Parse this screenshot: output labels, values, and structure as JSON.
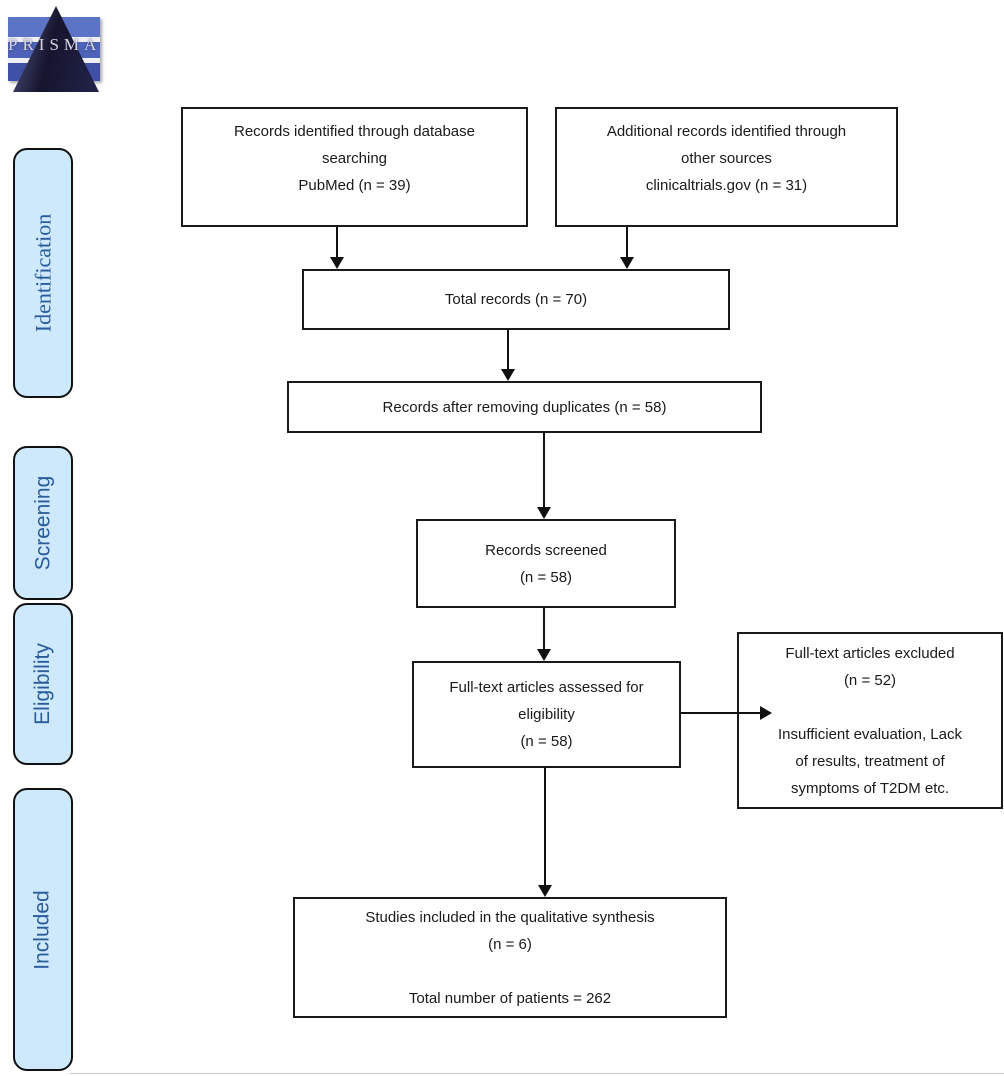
{
  "logo": {
    "text": "PRISMA"
  },
  "sidebar": {
    "items": [
      {
        "label": "Identification"
      },
      {
        "label": "Screening"
      },
      {
        "label": "Eligibility"
      },
      {
        "label": "Included"
      }
    ]
  },
  "flow": {
    "db_search": {
      "lines": [
        "Records identified through database",
        "searching",
        "PubMed (n = 39)"
      ]
    },
    "other_sources": {
      "lines": [
        "Additional records identified through",
        "other sources",
        "clinicaltrials.gov (n = 31)"
      ]
    },
    "total_records": {
      "lines": [
        "Total records (n = 70)"
      ]
    },
    "after_duplicates": {
      "lines": [
        "Records after removing duplicates (n = 58)"
      ]
    },
    "screened": {
      "lines": [
        "Records screened",
        "(n = 58)"
      ]
    },
    "assessed": {
      "lines": [
        "Full-text articles assessed for",
        "eligibility",
        "(n = 58)"
      ]
    },
    "excluded": {
      "lines": [
        "Full-text articles excluded",
        "(n = 52)",
        "",
        "Insufficient evaluation, Lack",
        "of results, treatment of",
        "symptoms of T2DM etc."
      ]
    },
    "included_studies": {
      "lines": [
        "Studies included in the qualitative synthesis",
        "(n = 6)",
        "",
        "Total number of patients = 262"
      ]
    }
  },
  "colors": {
    "background": "#ffffff",
    "sidebar_fill": "#cde9fb",
    "sidebar_text": "#2a5b9b",
    "box_border": "#1a1a1a",
    "arrow": "#111111",
    "text": "#1a1a1a",
    "logo_blue": "#5b74c6",
    "logo_dark": "#15152e"
  }
}
